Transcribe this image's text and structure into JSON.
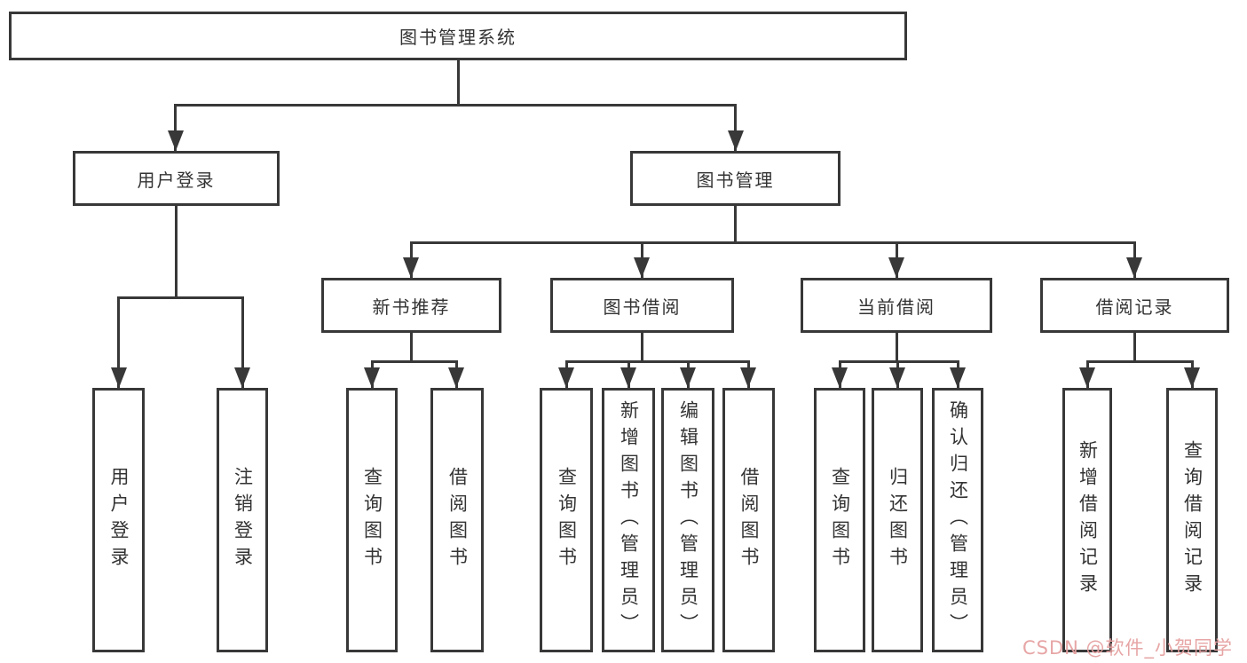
{
  "diagram_title": "图书管理系统",
  "watermark_text": "CSDN @软件_小贺同学",
  "colors": {
    "line": "#383838",
    "text": "#333333",
    "background": "#ffffff",
    "watermark": "#e6a0a0"
  },
  "tree": {
    "root": {
      "label": "图书管理系统"
    },
    "branches": [
      {
        "label": "用户登录",
        "children": [
          {
            "label": "用户登录"
          },
          {
            "label": "注销登录"
          }
        ]
      },
      {
        "label": "图书管理",
        "children": [
          {
            "label": "新书推荐",
            "children": [
              {
                "label": "查询图书"
              },
              {
                "label": "借阅图书"
              }
            ]
          },
          {
            "label": "图书借阅",
            "children": [
              {
                "label": "查询图书"
              },
              {
                "label": "新增图书（管理员）"
              },
              {
                "label": "编辑图书（管理员）"
              },
              {
                "label": "借阅图书"
              }
            ]
          },
          {
            "label": "当前借阅",
            "children": [
              {
                "label": "查询图书"
              },
              {
                "label": "归还图书"
              },
              {
                "label": "确认归还（管理员）"
              }
            ]
          },
          {
            "label": "借阅记录",
            "children": [
              {
                "label": "新增借阅记录"
              },
              {
                "label": "查询借阅记录"
              }
            ]
          }
        ]
      }
    ]
  }
}
